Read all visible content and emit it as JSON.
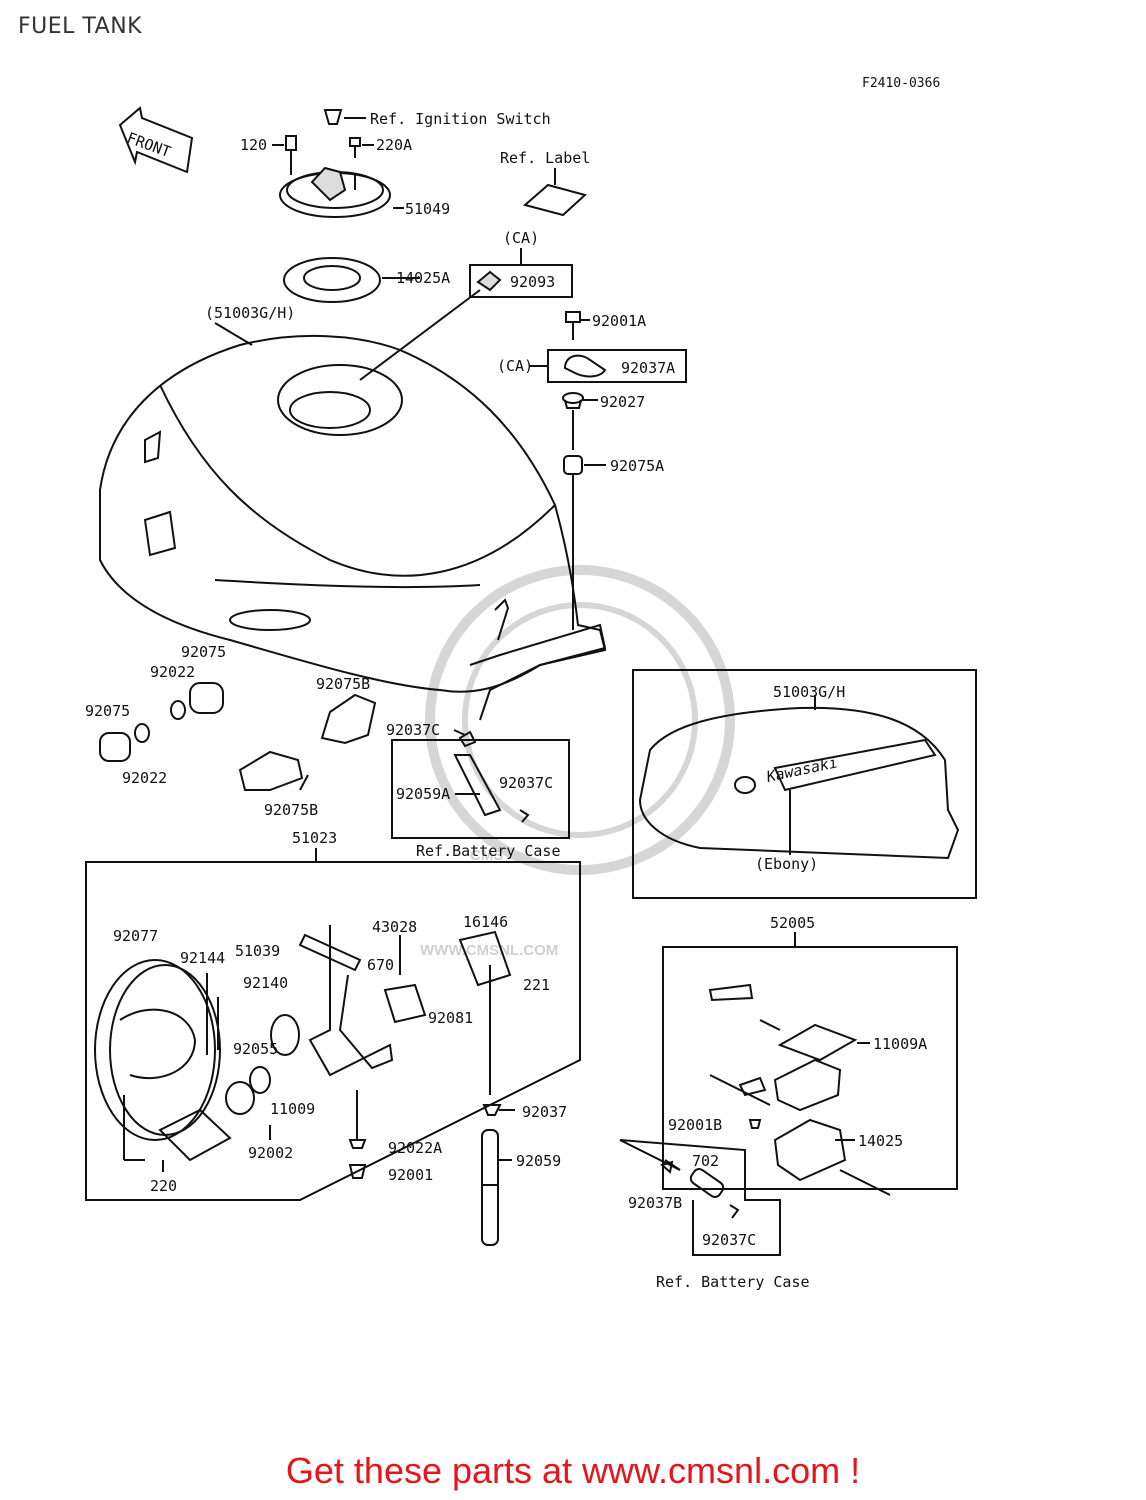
{
  "header": {
    "title": "FUEL TANK",
    "diagram_code": "F2410-0366"
  },
  "watermark": {
    "brand": "CMS",
    "url": "WWW.CMSNL.COM"
  },
  "front_arrow": "FRONT",
  "brand_decal": "Kawasaki",
  "labels": {
    "p120": "120",
    "p220A": "220A",
    "ref_ignition": "Ref. Ignition Switch",
    "ref_label": "Ref. Label",
    "p51049": "51049",
    "ca1": "(CA)",
    "p14025A": "14025A",
    "p92093": "92093",
    "p51003GH_paren": "(51003G/H)",
    "p92001A": "92001A",
    "ca2": "(CA)",
    "p92037A": "92037A",
    "p92027": "92027",
    "p92075A": "92075A",
    "p92075_a": "92075",
    "p92022_a": "92022",
    "p92075_b": "92075",
    "p92022_b": "92022",
    "p92075B_a": "92075B",
    "p92075B_b": "92075B",
    "p92037C_a": "92037C",
    "p92059A": "92059A",
    "p92037C_b": "92037C",
    "ref_battery_case_1": "Ref.Battery Case",
    "p51003GH": "51003G/H",
    "ebony": "(Ebony)",
    "p51023": "51023",
    "p92077": "92077",
    "p92144": "92144",
    "p92140": "92140",
    "p51039": "51039",
    "p43028": "43028",
    "p670": "670",
    "p16146": "16146",
    "p221": "221",
    "p92081": "92081",
    "p92055": "92055",
    "p11009": "11009",
    "p92002": "92002",
    "p220": "220",
    "p92022A": "92022A",
    "p92001": "92001",
    "p92037": "92037",
    "p92059": "92059",
    "p52005": "52005",
    "p11009A": "11009A",
    "p92001B": "92001B",
    "p14025": "14025",
    "p702": "702",
    "p92037B": "92037B",
    "p92037C_c": "92037C",
    "ref_battery_case_2": "Ref. Battery Case"
  },
  "footer": {
    "text": "Get these parts at www.cmsnl.com !"
  },
  "colors": {
    "line": "#111111",
    "footer_red": "#e8141b",
    "watermark": "#d6d6d6"
  }
}
